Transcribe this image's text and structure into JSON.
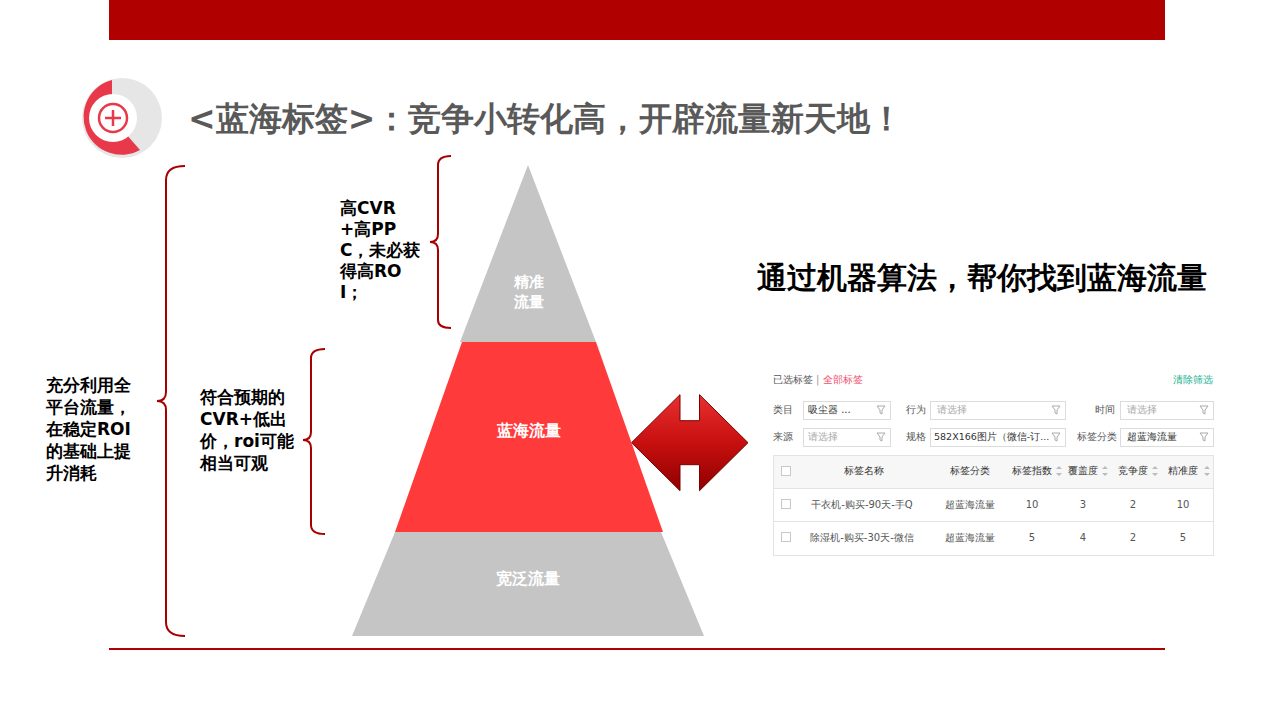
{
  "diagram": {
    "title": "<蓝海标签>：竞争小转化高，开辟流量新天地！",
    "nodes": [
      {
        "text": [
          "精准流量"
        ]
      },
      {
        "text": [
          "蓝海流量"
        ]
      },
      {
        "text": [
          "宽泛流量"
        ]
      },
      {
        "text": [
          "已选标签",
          "|",
          "全部标签",
          "清除筛选",
          "类目",
          "吸尘器 ...",
          "行为",
          "请选择",
          "时间",
          "请选择",
          "来源",
          "请选择",
          "规格",
          "582X166图片（微信-订...",
          "标签分类",
          "超蓝海流量",
          "标签名称",
          "标签分类",
          "标签指数",
          "覆盖度",
          "竞争度",
          "精准度",
          "干衣机-购买-90天-手Q",
          "超蓝海流量",
          "10",
          "3",
          "2",
          "10",
          "除湿机-购买-30天-微信",
          "超蓝海流量",
          "5",
          "4",
          "2",
          "5"
        ]
      }
    ],
    "edges": [
      {
        "from": 1,
        "to": 3,
        "arrow": "both"
      }
    ],
    "labels": [
      "充分利用全平台流量，在稳定ROI的基础上提升消耗",
      "符合预期的CVR+低出价，roi可能相当可观",
      "高CVR+高PPC，未必获得高ROI；",
      "通过机器算法，帮你找到蓝海流量"
    ]
  }
}
